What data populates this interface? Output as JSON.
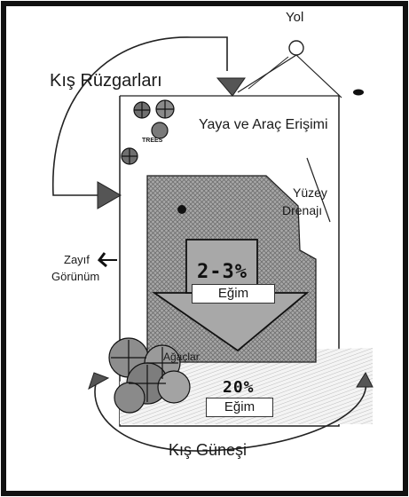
{
  "labels": {
    "road": "Yol",
    "winter_winds": "Kış Rüzgarları",
    "access": "Yaya ve Araç Erişimi",
    "trees_small": "TREES",
    "surface_drainage_1": "Yüzey",
    "surface_drainage_2": "Drenajı",
    "weak_view_1": "Zayıf",
    "weak_view_2": "Görünüm",
    "slope_value_top": "2-3%",
    "slope_label_top": "Eğim",
    "trees": "Ağaçlar",
    "slope_value_bottom": "20%",
    "slope_label_bottom": "Eğim",
    "winter_sun": "Kış Güneşi"
  },
  "colors": {
    "frame": "#111111",
    "line": "#222222",
    "building_fill": "#9a9a9a",
    "arrow_fill": "#555555"
  }
}
